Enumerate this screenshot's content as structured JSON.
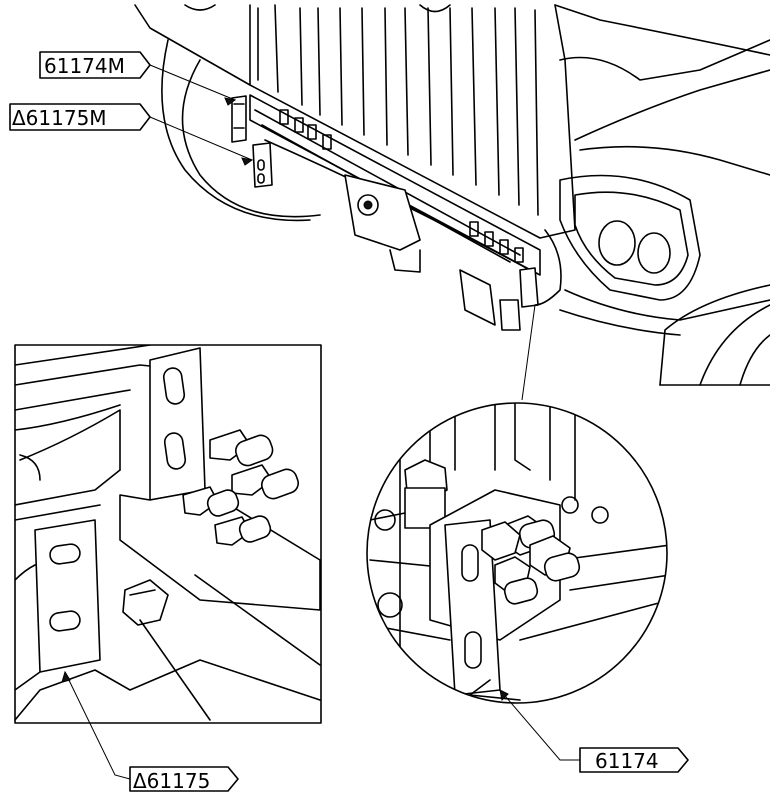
{
  "callouts": {
    "c1": "61174M",
    "c2": "Δ61175M",
    "c3": "Δ61175",
    "c4": "61174"
  },
  "colors": {
    "line": "#000000",
    "background": "#ffffff"
  }
}
